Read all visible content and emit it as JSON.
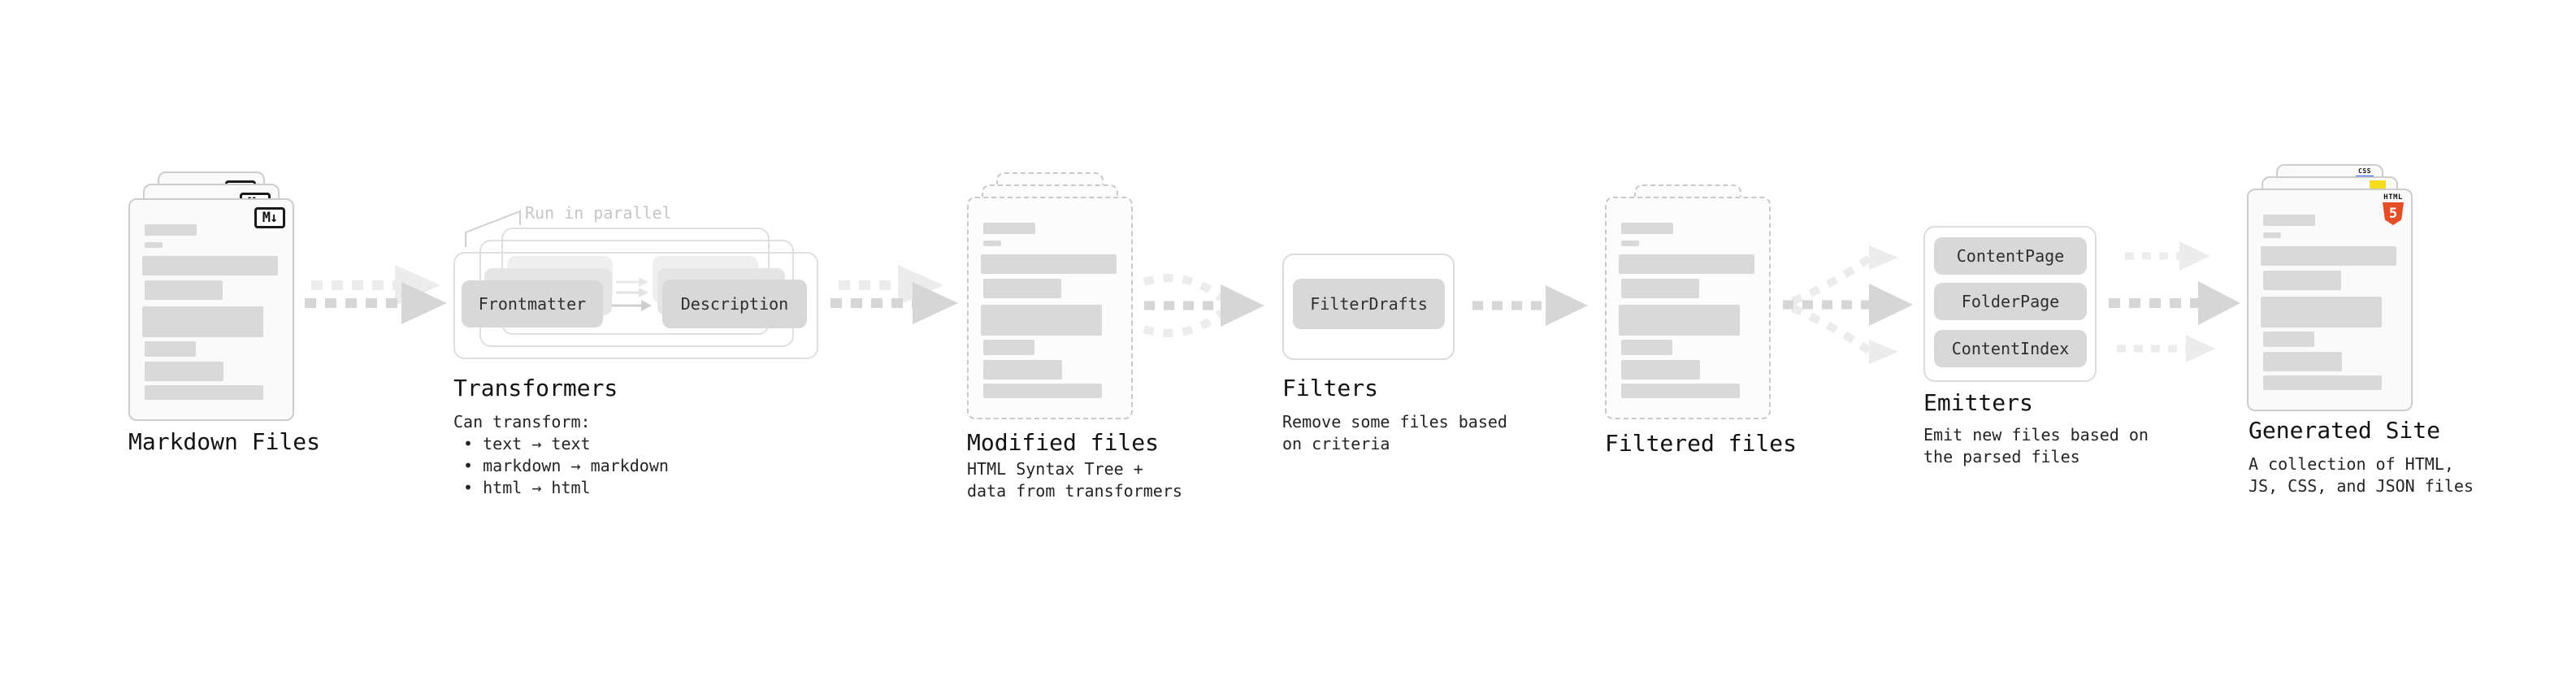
{
  "stages": {
    "markdown": {
      "title": "Markdown Files",
      "badge": "M↓"
    },
    "transformers": {
      "title": "Transformers",
      "note": "Run in parallel",
      "frontmatter_label": "Frontmatter",
      "description_label": "Description",
      "details": "Can transform:\n • text → text\n • markdown → markdown\n • html → html"
    },
    "modified": {
      "title": "Modified files",
      "details": "HTML Syntax Tree +\ndata from transformers"
    },
    "filters": {
      "title": "Filters",
      "button_label": "FilterDrafts",
      "details": "Remove some files based\non criteria"
    },
    "filtered": {
      "title": "Filtered files"
    },
    "emitters": {
      "title": "Emitters",
      "buttons": [
        "ContentPage",
        "FolderPage",
        "ContentIndex"
      ],
      "details": "Emit new files based on\nthe parsed files"
    },
    "generated": {
      "title": "Generated Site",
      "details": "A collection of HTML,\nJS, CSS, and JSON files",
      "css_badge": "CSS",
      "html_badge_label": "HTML",
      "html_badge_number": "5"
    }
  },
  "colors": {
    "html5_orange": "#e44d26",
    "js_yellow": "#f5de19",
    "css_blue": "#2965f1",
    "skeleton_bar": "#d9d9d9",
    "card_border": "#cdcdcd",
    "dashed_border": "#c9c9c9",
    "arrow_dark": "#d6d6d6",
    "arrow_light": "#ececec",
    "note_gray": "#c6c6c6"
  }
}
